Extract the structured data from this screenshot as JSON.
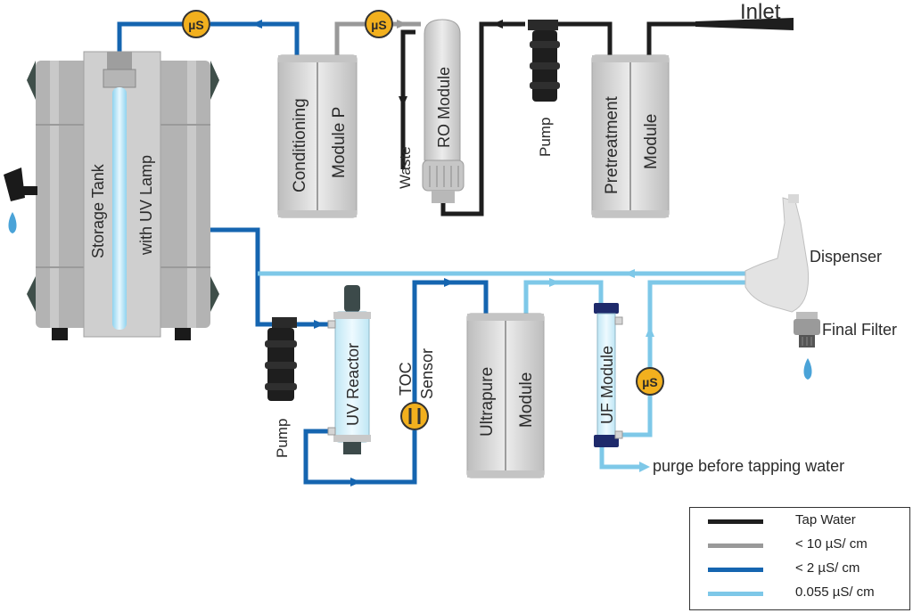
{
  "colors": {
    "tap": "#1e1e1e",
    "low": "#999999",
    "mid": "#1565b0",
    "ultra": "#7ec8e8",
    "meter": "#f2b01e",
    "module_gray": "#d8d8d8"
  },
  "labels": {
    "inlet": "Inlet",
    "storage_tank_1": "Storage Tank",
    "storage_tank_2": "with UV Lamp",
    "conditioning_1": "Conditioning",
    "conditioning_2": "Module P",
    "waste": "Waste",
    "ro_module": "RO Module",
    "pump_top": "Pump",
    "pretreatment_1": "Pretreatment",
    "pretreatment_2": "Module",
    "dispenser": "Dispenser",
    "final_filter": "Final Filter",
    "pump_bottom": "Pump",
    "uv_reactor": "UV Reactor",
    "toc_1": "TOC",
    "toc_2": "Sensor",
    "ultrapure_1": "Ultrapure",
    "ultrapure_2": "Module",
    "uf_module": "UF Module",
    "purge": "purge before tapping water",
    "meter_unit": "µS"
  },
  "legend": [
    {
      "label": "Tap Water",
      "color": "#1e1e1e"
    },
    {
      "label": "< 10 µS/ cm",
      "color": "#999999"
    },
    {
      "label": "< 2 µS/ cm",
      "color": "#1565b0"
    },
    {
      "label": "0.055 µS/ cm",
      "color": "#7ec8e8"
    }
  ]
}
